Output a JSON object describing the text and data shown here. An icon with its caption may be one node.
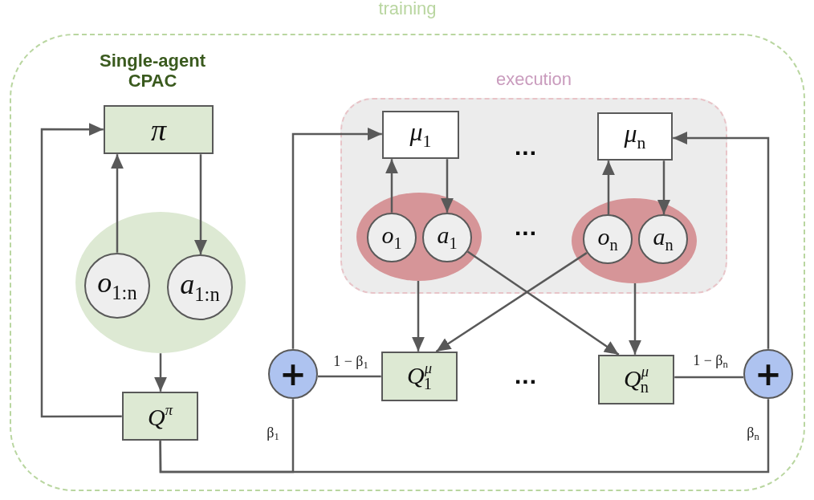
{
  "diagram": {
    "nodes": [
      {
        "text": [
          "training"
        ]
      },
      {
        "text": [
          "π"
        ],
        "in": 0
      },
      {
        "text": [],
        "shape": "ellipse",
        "in": 0
      },
      {
        "text": [
          "o$_{1:n}$"
        ],
        "in": 2
      },
      {
        "text": [
          "a$_{1:n}$"
        ],
        "in": 2
      },
      {
        "text": [
          "Q$^{π}$"
        ],
        "in": 0
      },
      {
        "text": [
          "execution"
        ],
        "in": 0
      },
      {
        "text": [
          "μ$_{1}$"
        ],
        "in": 6
      },
      {
        "text": [
          "μ$_{n}$"
        ],
        "in": 6
      },
      {
        "text": [],
        "shape": "ellipse",
        "in": 6
      },
      {
        "text": [
          "o$_{1}$"
        ],
        "in": 9
      },
      {
        "text": [
          "a$_{1}$"
        ],
        "in": 9
      },
      {
        "text": [],
        "shape": "ellipse",
        "in": 6
      },
      {
        "text": [
          "o$_{n}$"
        ],
        "in": 12
      },
      {
        "text": [
          "a$_{n}$"
        ],
        "in": 12
      },
      {
        "text": [
          "+"
        ],
        "in": 0
      },
      {
        "text": [
          "Q$^{μ}$$_{1}$"
        ],
        "in": 0
      },
      {
        "text": [
          "Q$^{μ}$$_{n}$"
        ],
        "in": 0
      },
      {
        "text": [
          "+"
        ],
        "in": 0
      }
    ],
    "edges": [
      {
        "from": 5,
        "to": 1,
        "arrow": "to"
      },
      {
        "from": 3,
        "to": 1,
        "arrow": "to"
      },
      {
        "from": 1,
        "to": 4,
        "arrow": "to"
      },
      {
        "from": 2,
        "to": 5,
        "arrow": "to"
      },
      {
        "from": 10,
        "to": 7,
        "arrow": "to"
      },
      {
        "from": 7,
        "to": 11,
        "arrow": "to"
      },
      {
        "from": 13,
        "to": 8,
        "arrow": "to"
      },
      {
        "from": 8,
        "to": 14,
        "arrow": "to"
      },
      {
        "from": 9,
        "to": 16,
        "arrow": "to"
      },
      {
        "from": 13,
        "to": 16,
        "arrow": "to"
      },
      {
        "from": 11,
        "to": 17,
        "arrow": "to"
      },
      {
        "from": 12,
        "to": 17,
        "arrow": "to"
      },
      {
        "from": 16,
        "to": 15,
        "arrow": "none",
        "label": "1 − β$_{1}$"
      },
      {
        "from": 17,
        "to": 18,
        "arrow": "none",
        "label": "1 − β$_{n}$"
      },
      {
        "from": 15,
        "to": 7,
        "arrow": "to"
      },
      {
        "from": 18,
        "to": 8,
        "arrow": "to"
      },
      {
        "from": 5,
        "to": 15,
        "arrow": "none",
        "label": "β$_{1}$"
      },
      {
        "from": 5,
        "to": 18,
        "arrow": "none",
        "label": "β$_{n}$"
      }
    ],
    "labels": [
      "Single-agent CPAC",
      "...",
      "...",
      "..."
    ]
  }
}
